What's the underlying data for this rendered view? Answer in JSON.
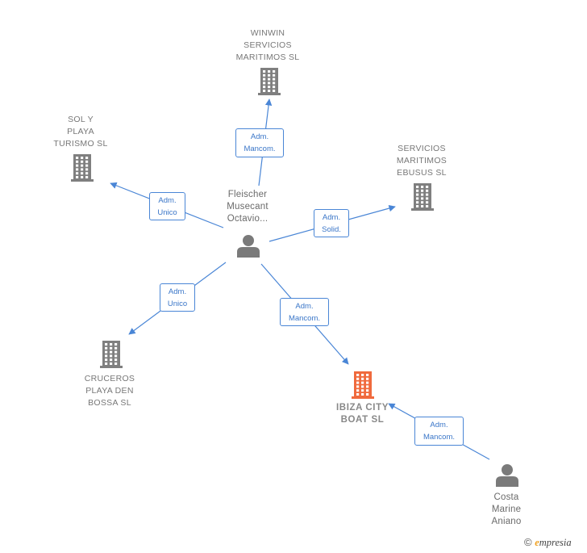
{
  "colors": {
    "edge": "#4a86d6",
    "building": "#7f7f7f",
    "building_main": "#f06a3d",
    "person": "#7a7a7a",
    "label": "#777777"
  },
  "center": {
    "name": "Fleischer\nMusecant\nOctavio..."
  },
  "nodes": [
    {
      "id": "winwin",
      "name": "WINWIN\nSERVICIOS\nMARITIMOS  SL",
      "icon": "building-icon"
    },
    {
      "id": "solyplaya",
      "name": "SOL Y\nPLAYA\nTURISMO  SL",
      "icon": "building-icon"
    },
    {
      "id": "ebusus",
      "name": "SERVICIOS\nMARITIMOS\nEBUSUS  SL",
      "icon": "building-icon"
    },
    {
      "id": "cruceros",
      "name": "CRUCEROS\nPLAYA DEN\nBOSSA SL",
      "icon": "building-icon"
    },
    {
      "id": "ibiza",
      "name": "IBIZA CITY\nBOAT  SL",
      "icon": "building-icon",
      "highlighted": true
    },
    {
      "id": "costa",
      "name": "Costa\nMarine\nAniano",
      "icon": "person-icon"
    }
  ],
  "edges": [
    {
      "from": "center",
      "to": "winwin",
      "role": "Adm.\nMancom."
    },
    {
      "from": "center",
      "to": "solyplaya",
      "role": "Adm.\nUnico"
    },
    {
      "from": "center",
      "to": "ebusus",
      "role": "Adm.\nSolid."
    },
    {
      "from": "center",
      "to": "cruceros",
      "role": "Adm.\nUnico"
    },
    {
      "from": "center",
      "to": "ibiza",
      "role": "Adm.\nMancom."
    },
    {
      "from": "costa",
      "to": "ibiza",
      "role": "Adm.\nMancom."
    }
  ],
  "footer": {
    "copyright": "©",
    "brand_first": "e",
    "brand_rest": "mpresia"
  }
}
